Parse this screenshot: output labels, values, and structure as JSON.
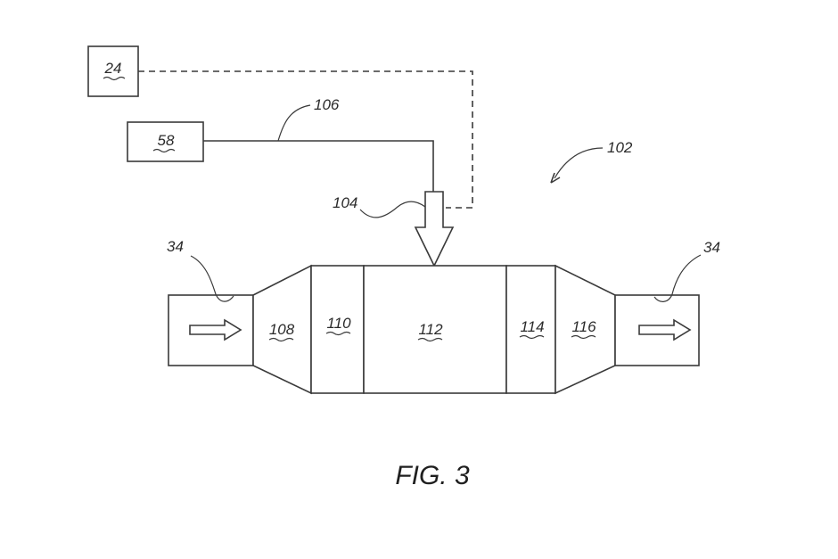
{
  "labels": {
    "controller": "24",
    "source": "58",
    "line": "106",
    "injector": "104",
    "system": "102",
    "pipe_in": "34",
    "pipe_out": "34",
    "seg_108": "108",
    "seg_110": "110",
    "seg_112": "112",
    "seg_114": "114",
    "seg_116": "116"
  },
  "caption": "FIG. 3"
}
